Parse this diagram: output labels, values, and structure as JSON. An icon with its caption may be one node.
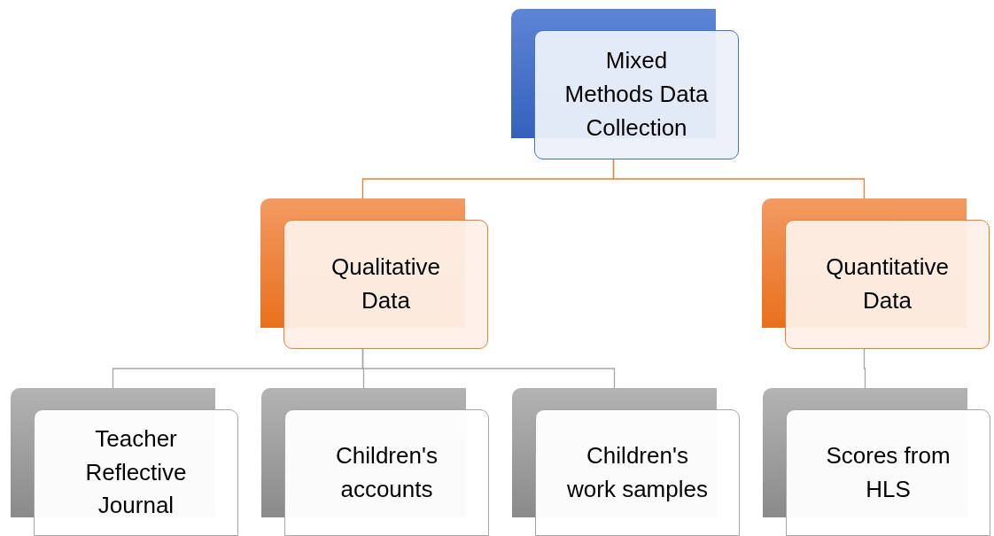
{
  "diagram": {
    "nodes": [
      {
        "text": [
          "Mixed Methods Data Collection"
        ]
      },
      {
        "text": [
          "Qualitative Data"
        ]
      },
      {
        "text": [
          "Quantitative Data"
        ]
      },
      {
        "text": [
          "Teacher Reflective Journal"
        ]
      },
      {
        "text": [
          "Children's accounts"
        ]
      },
      {
        "text": [
          "Children's work samples"
        ]
      },
      {
        "text": [
          "Scores from HLS"
        ]
      }
    ],
    "edges": [
      {
        "from": 0,
        "to": 1,
        "arrow": "none",
        "color": "#ed7d31"
      },
      {
        "from": 0,
        "to": 2,
        "arrow": "none",
        "color": "#ed7d31"
      },
      {
        "from": 1,
        "to": 3,
        "arrow": "none"
      },
      {
        "from": 1,
        "to": 4,
        "arrow": "none"
      },
      {
        "from": 1,
        "to": 5,
        "arrow": "none"
      },
      {
        "from": 2,
        "to": 6,
        "arrow": "none"
      }
    ]
  }
}
